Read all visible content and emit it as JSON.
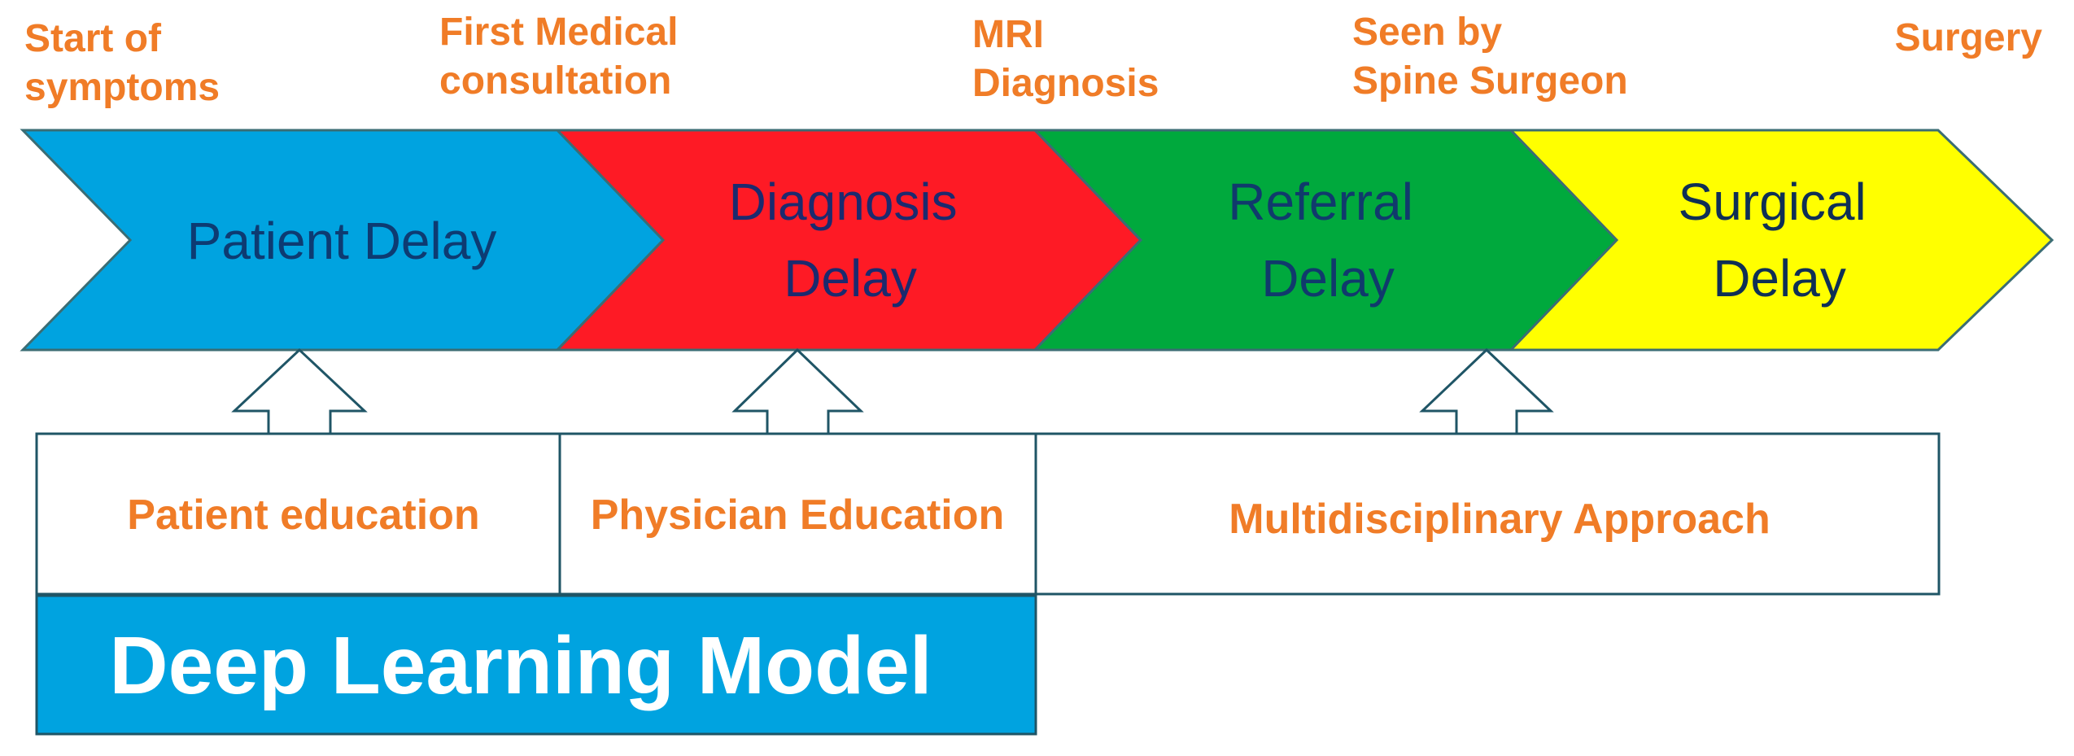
{
  "milestones": [
    {
      "lines": [
        "Start of",
        "symptoms"
      ]
    },
    {
      "lines": [
        "First Medical",
        "consultation"
      ]
    },
    {
      "lines": [
        "MRI",
        "Diagnosis"
      ]
    },
    {
      "lines": [
        "Seen by",
        "Spine Surgeon"
      ]
    },
    {
      "lines": [
        "Surgery"
      ]
    }
  ],
  "stages": [
    {
      "lines": [
        "Patient Delay"
      ],
      "fill": "#00a3e0",
      "text_color": "#0d3b72"
    },
    {
      "lines": [
        "Diagnosis",
        "Delay"
      ],
      "fill": "#fe1a25",
      "text_color": "#1c2a6e"
    },
    {
      "lines": [
        "Referral",
        "Delay"
      ],
      "fill": "#00a93d",
      "text_color": "#103a6c"
    },
    {
      "lines": [
        "Surgical",
        "Delay"
      ],
      "fill": "#ffff00",
      "text_color": "#0f2f55"
    }
  ],
  "interventions": [
    {
      "label": "Patient education"
    },
    {
      "label": "Physician Education"
    },
    {
      "label": "Multidisciplinary Approach"
    }
  ],
  "model": {
    "label": "Deep Learning Model",
    "fill": "#00a3e0"
  },
  "colors": {
    "accent_text": "#f07c27",
    "outline": "#1f5566"
  }
}
